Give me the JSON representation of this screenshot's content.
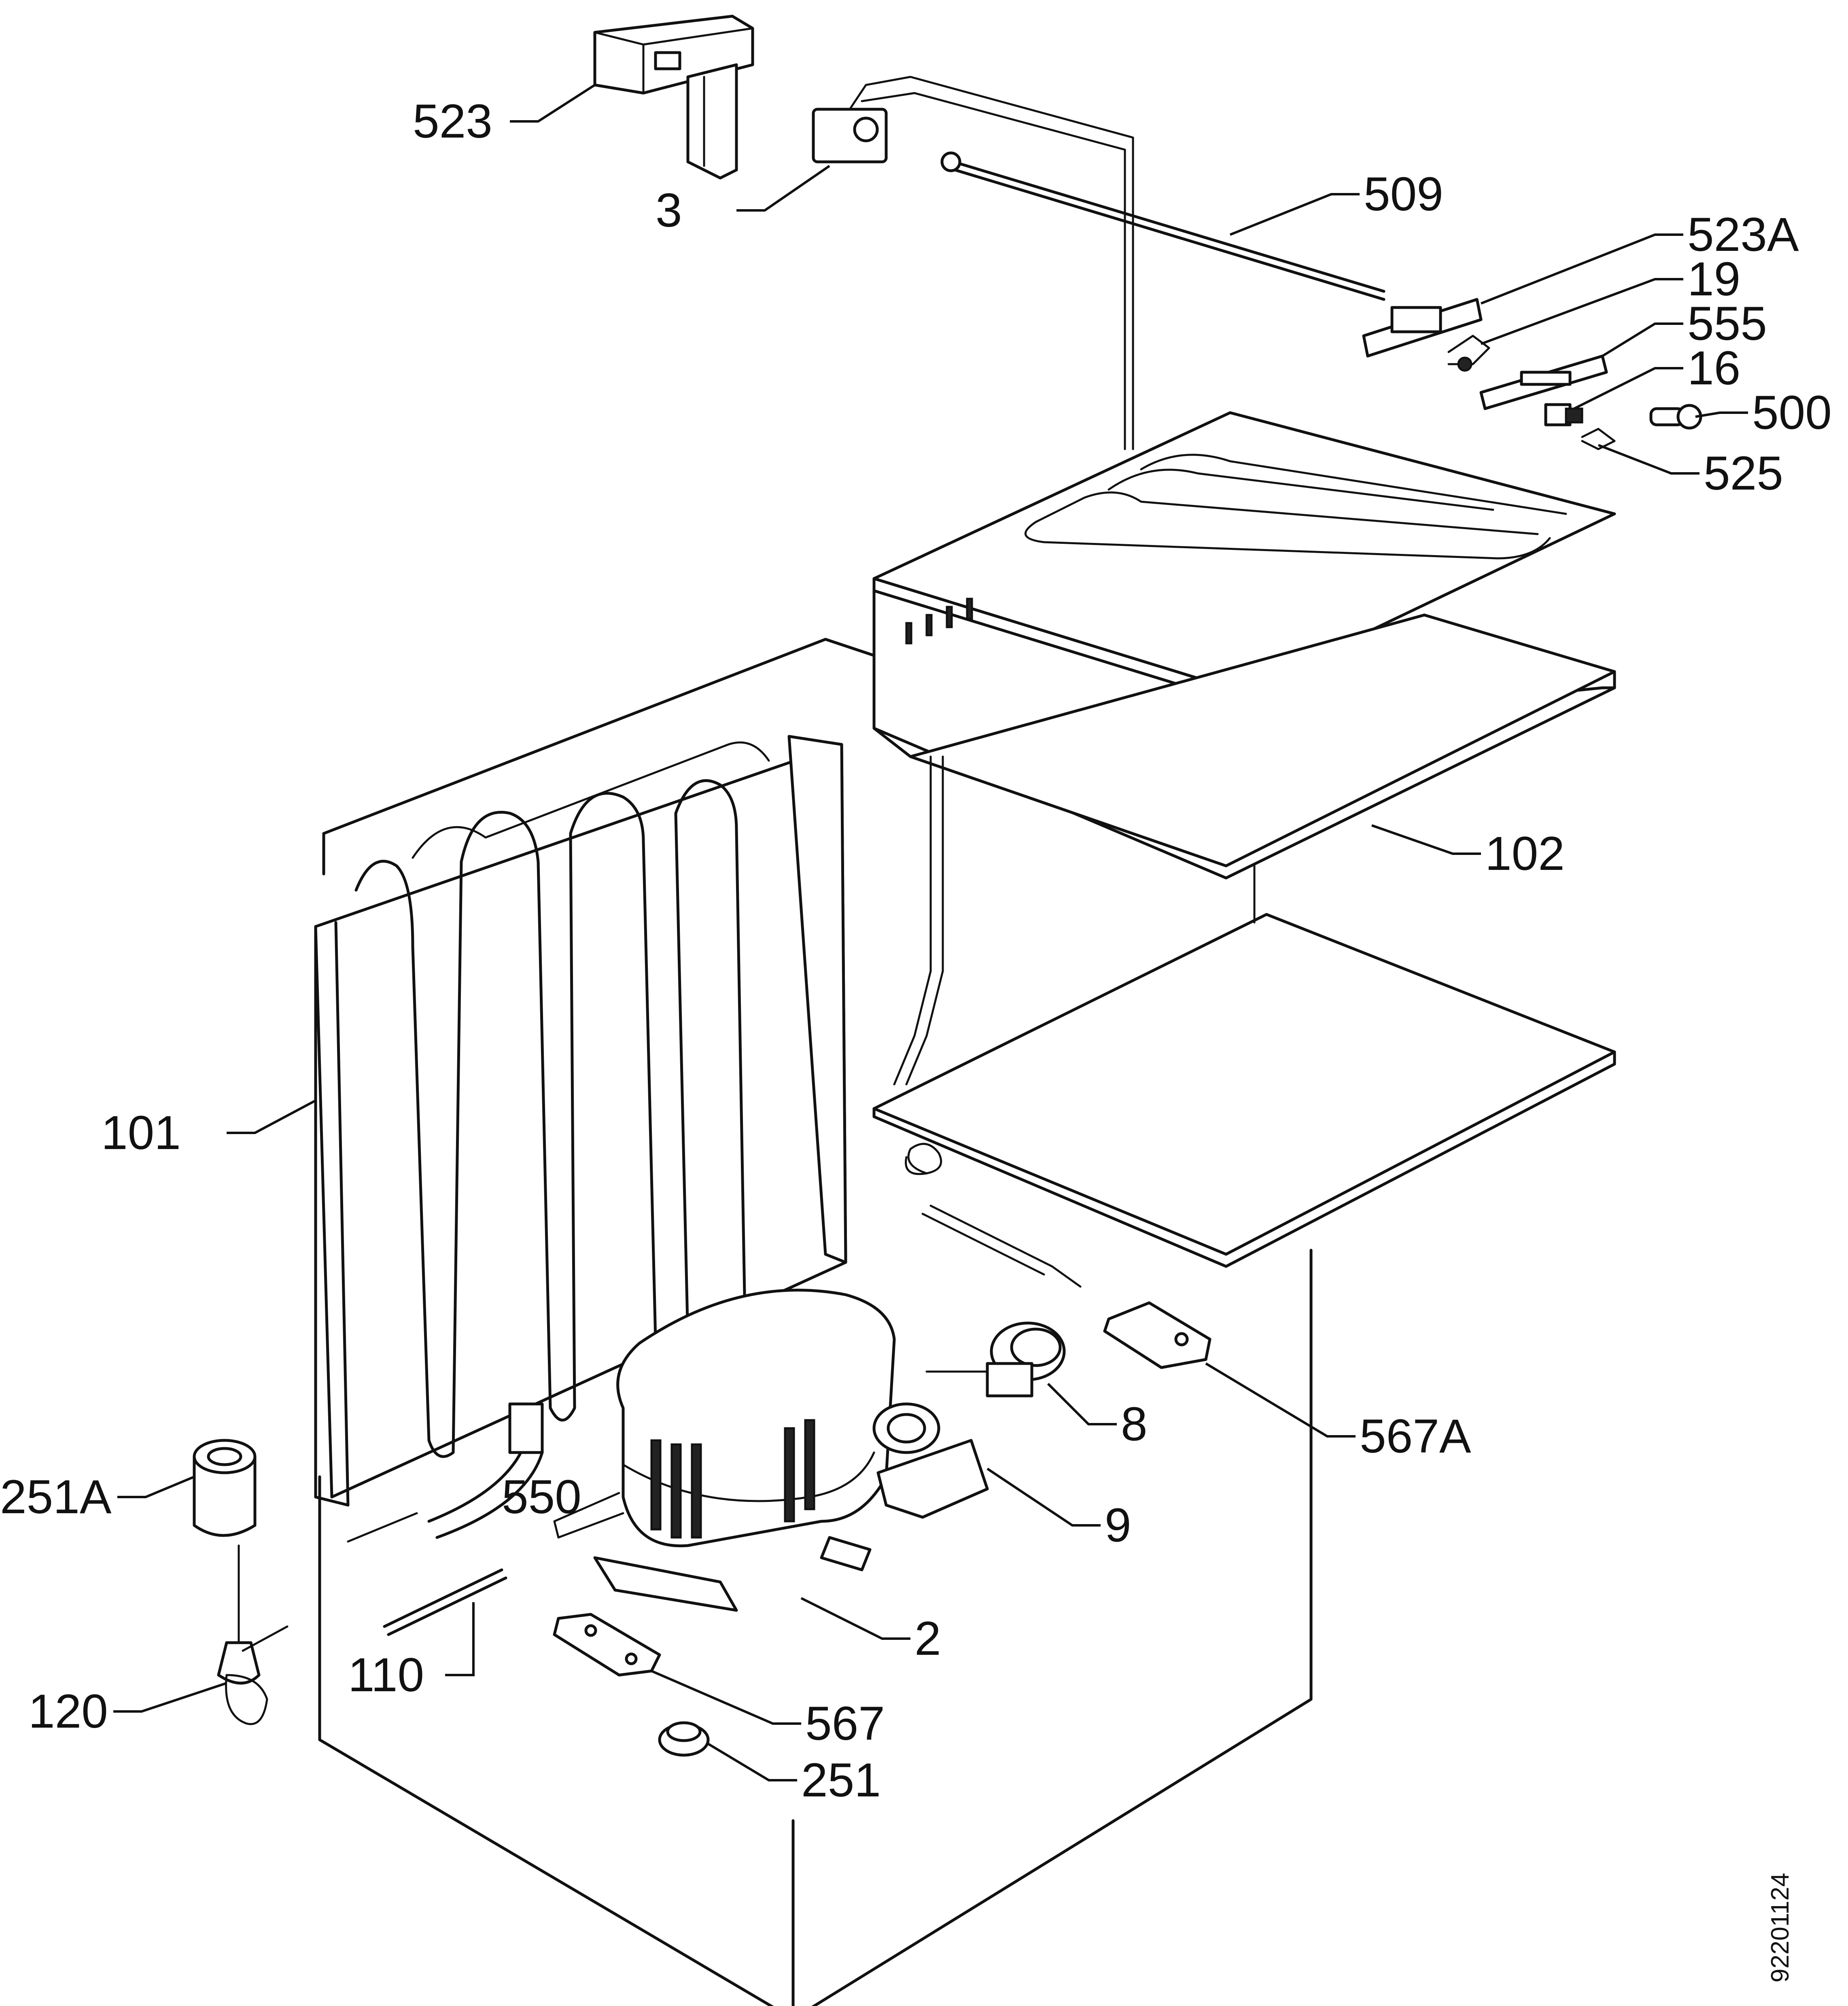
{
  "diagram": {
    "labels": {
      "p523": "523",
      "p3": "3",
      "p509": "509",
      "p523a": "523A",
      "p19": "19",
      "p555": "555",
      "p16": "16",
      "p500": "500",
      "p525": "525",
      "p102": "102",
      "p101": "101",
      "p8": "8",
      "p567a": "567A",
      "p251a": "251A",
      "p550": "550",
      "p9": "9",
      "p2": "2",
      "p110": "110",
      "p120": "120",
      "p567": "567",
      "p251": "251"
    },
    "drawing_code": "92201124"
  }
}
